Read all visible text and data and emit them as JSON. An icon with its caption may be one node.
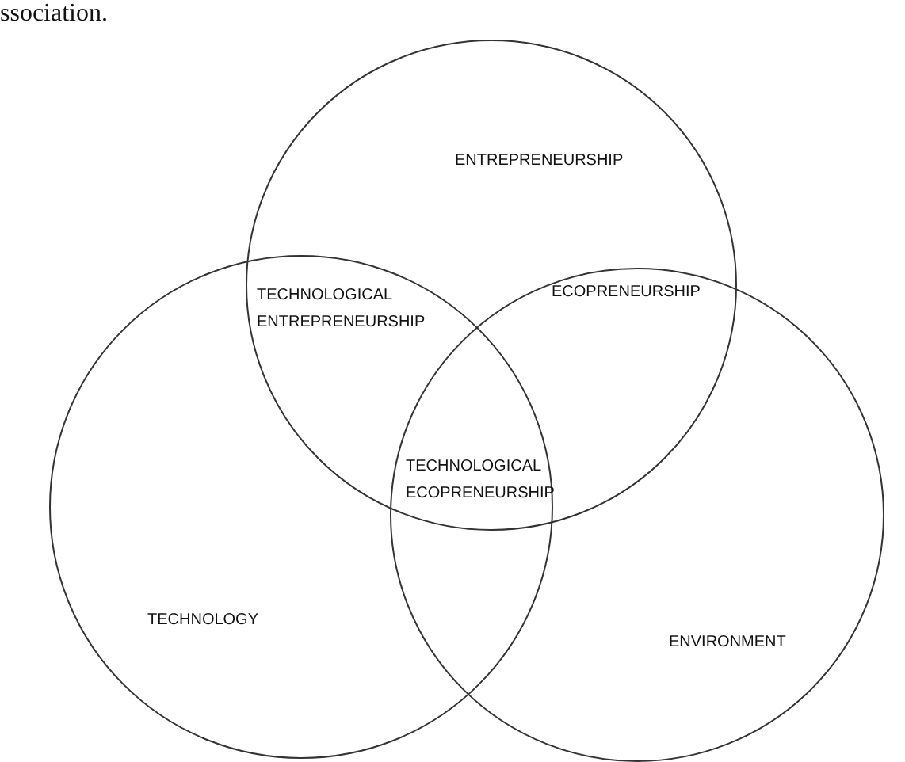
{
  "diagram": {
    "nodes": [
      {
        "text": [
          "ENTREPRENEURSHIP"
        ]
      },
      {
        "text": [
          "TECHNOLOGY"
        ]
      },
      {
        "text": [
          "ENVIRONMENT"
        ]
      }
    ],
    "edges": [],
    "labels": [
      "ssociation.",
      "TECHNOLOGICAL ENTREPRENEURSHIP",
      "ECOPRENEURSHIP",
      "TECHNOLOGICAL ECOPRENEURSHIP"
    ]
  }
}
